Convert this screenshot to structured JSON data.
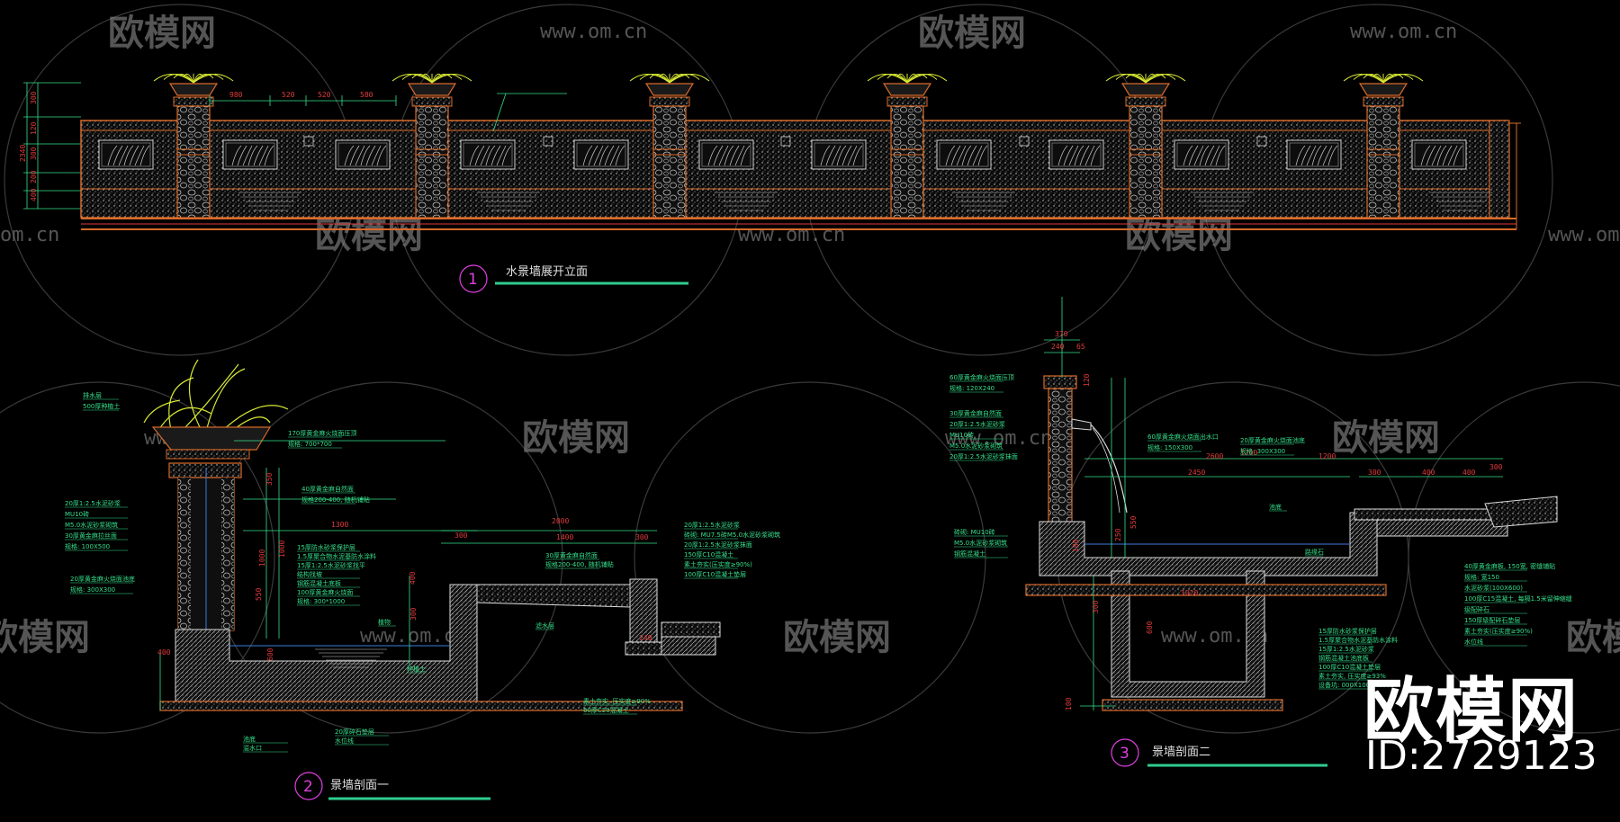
{
  "watermarks": {
    "brand": "欧模网",
    "url": "www.om.cn",
    "url_partial": "om.cn",
    "brand_partial": "欧模网"
  },
  "drawings": [
    {
      "number": "1",
      "title": "水景墙展开立面"
    },
    {
      "number": "2",
      "title": "景墙剖面一"
    },
    {
      "number": "3",
      "title": "景墙剖面二"
    }
  ],
  "badge": {
    "brand": "欧模网",
    "id": "ID:2729123"
  },
  "elevation_dims": [
    "980",
    "520",
    "520",
    "580"
  ],
  "elevation_side_dims": [
    "300",
    "120",
    "300",
    "200",
    "400",
    "2340"
  ],
  "section1_dims": [
    "300",
    "1300",
    "2000",
    "1400",
    "300",
    "350",
    "1000",
    "1000",
    "550",
    "300",
    "400",
    "600",
    "400",
    "240"
  ],
  "section1_notes": [
    "170厚黄金麻火烧面压顶",
    "规格: 700*700",
    "40厚黄金麻自然面",
    "规格200-400, 随机铺贴",
    "20厚1:2.5水泥砂浆",
    "MU10砖",
    "M5.0水泥砂浆砌筑",
    "30厚黄金麻拉丝面",
    "规格: 100X500",
    "20厚黄金麻火烧面池底",
    "规格: 300X300",
    "15厚防水砂浆保护层",
    "1.5厚聚合物水泥基防水涂料",
    "15厚1:2.5水泥砂浆找平",
    "结构找坡",
    "钢筋混凝土底板",
    "100厚黄金麻火烧面",
    "规格: 300*1000",
    "30厚黄金麻自然面",
    "规格200-400, 随机铺贴",
    "20厚1:2.5水泥砂浆",
    "砖砌: MU7.5砖M5.0水泥砂浆砌筑",
    "20厚1:2.5水泥砂浆抹面",
    "150厚C10混凝土",
    "素土夯实(压实度≥90%)",
    "100厚C10混凝土垫层",
    "素土夯实, 压实度≥90%",
    "60厚C20混凝土",
    "20厚碎石垫层",
    "水位线",
    "池底",
    "溢水口",
    "植物",
    "种植土",
    "滤水层",
    "排水层",
    "500厚种植土"
  ],
  "section2_dims": [
    "370",
    "240",
    "65",
    "120",
    "1200",
    "2450",
    "300",
    "400",
    "400",
    "300",
    "1020",
    "600",
    "300",
    "100",
    "250",
    "1200",
    "180",
    "2600",
    "550"
  ],
  "section2_notes": [
    "60厚黄金麻火烧面压顶",
    "规格: 120X240",
    "30厚黄金麻自然面",
    "20厚1:2.5水泥砂浆",
    "MU10砖",
    "M5.0水泥砂浆砌筑",
    "20厚1:2.5水泥砂浆抹面",
    "60厚黄金麻火烧面出水口",
    "规格: 150X300",
    "20厚黄金麻火烧面池底",
    "规格: 300X300",
    "砖砌: MU10砖",
    "M5.0水泥砂浆砌筑",
    "钢筋混凝土",
    "15厚防水砂浆保护层",
    "1.5厚聚合物水泥基防水涂料",
    "15厚1:2.5水泥砂浆",
    "钢筋混凝土池底板",
    "100厚C10混凝土垫层",
    "素土夯实, 压实度≥93%",
    "设备坑: 000X1000X1000",
    "40厚黄金麻板, 150宽, 密缝铺贴",
    "规格: 宽150",
    "水泥砂浆(100X600)",
    "100厚C15混凝土, 每隔1.5米留伸缩缝",
    "级配碎石",
    "150厚级配碎石垫层",
    "素土夯实(压实度≥90%)",
    "水位线",
    "池底",
    "路缘石"
  ]
}
